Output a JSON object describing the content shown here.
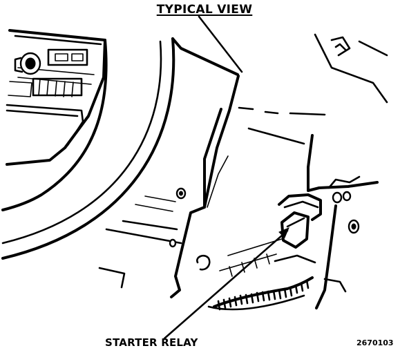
{
  "diagram": {
    "title": "TYPICAL VIEW",
    "callout_label": "STARTER RELAY",
    "figure_number": "2670103"
  }
}
